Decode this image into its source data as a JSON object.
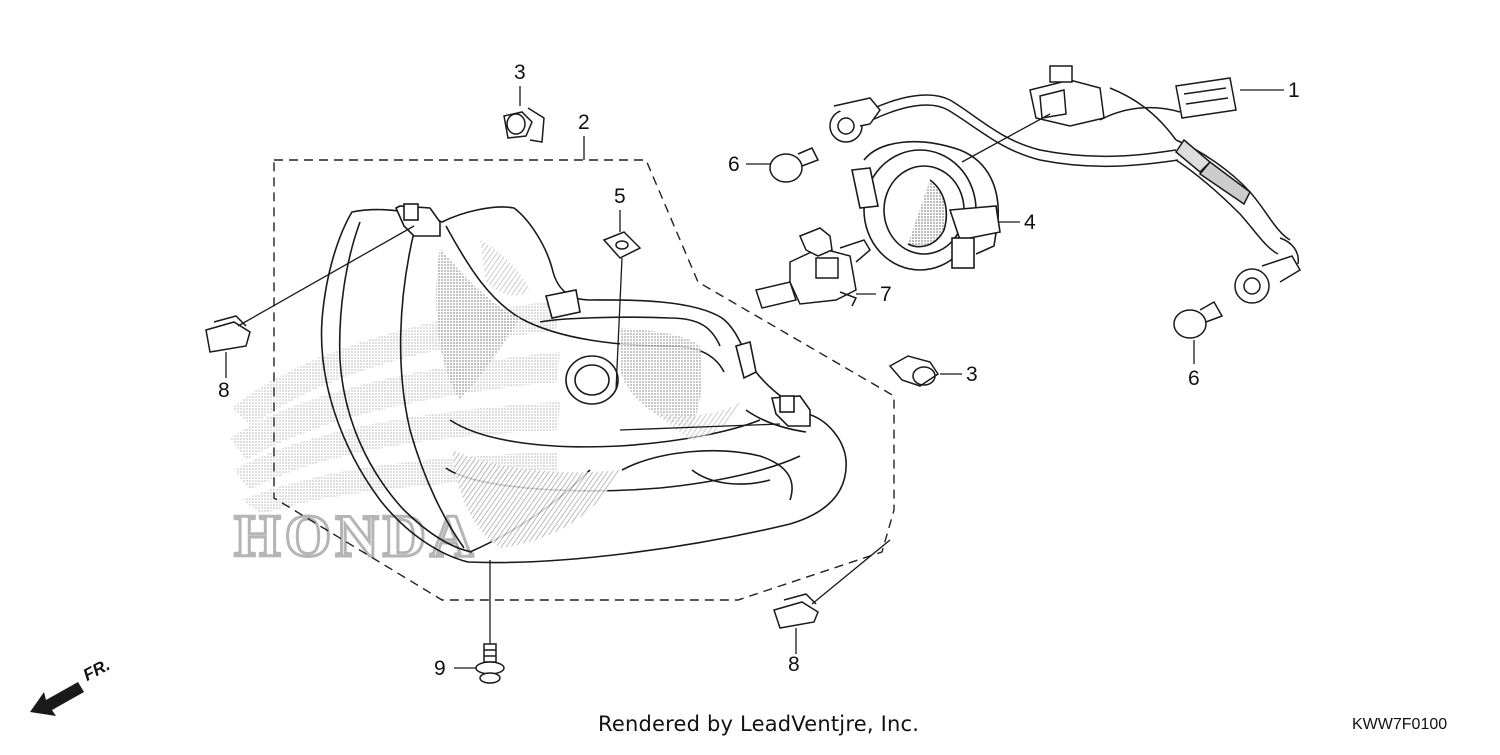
{
  "callouts": {
    "c1": "1",
    "c2": "2",
    "c3a": "3",
    "c3b": "3",
    "c4": "4",
    "c5": "5",
    "c6a": "6",
    "c6b": "6",
    "c7": "7",
    "c8a": "8",
    "c8b": "8",
    "c9": "9"
  },
  "watermark": "HONDA",
  "direction_label": "FR.",
  "credit": "Rendered by LeadVentjre, Inc.",
  "diagram_code": "KWW7F0100",
  "colors": {
    "line": "#1a1a1a",
    "watermark": "#bdbdbd",
    "stipple": "#9a9a9a"
  }
}
